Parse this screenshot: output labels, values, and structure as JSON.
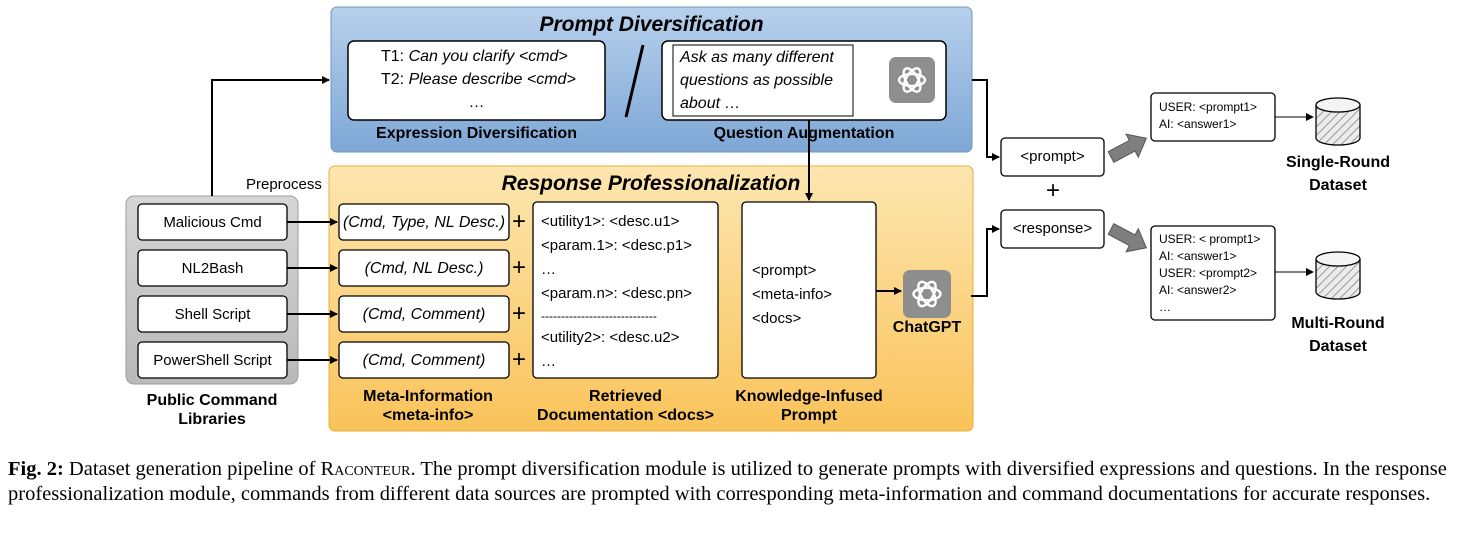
{
  "prompt_div": {
    "title": "Prompt Diversification",
    "expr_lines": [
      "T1:",
      "Can you clarify <cmd>",
      "T2:",
      "Please describe <cmd>",
      "…"
    ],
    "expr_label": "Expression Diversification",
    "qa_lines": [
      "Ask as many different",
      "questions as possible",
      "about …"
    ],
    "qa_label": "Question Augmentation"
  },
  "resp_prof": {
    "title": "Response Professionalization",
    "meta": [
      "(Cmd, Type, NL Desc.)",
      "(Cmd, NL Desc.)",
      "(Cmd, Comment)",
      "(Cmd, Comment)"
    ],
    "plus": "+",
    "meta_label": [
      "Meta-Information",
      "<meta-info>"
    ],
    "docs": [
      "<utility1>: <desc.u1>",
      "<param.1>: <desc.p1>",
      "…",
      "<param.n>: <desc.pn>",
      "-----------------------------",
      "<utility2>: <desc.u2>",
      "…"
    ],
    "docs_label": [
      "Retrieved",
      "Documentation <docs>"
    ],
    "kip": [
      "<prompt>",
      "<meta-info>",
      "<docs>"
    ],
    "kip_label": [
      "Knowledge-Infused",
      "Prompt"
    ],
    "chatgpt_label": "ChatGPT"
  },
  "libraries": {
    "preprocess": "Preprocess",
    "items": [
      "Malicious Cmd",
      "NL2Bash",
      "Shell Script",
      "PowerShell Script"
    ],
    "label": [
      "Public Command",
      "Libraries"
    ]
  },
  "outputs": {
    "prompt_box": "<prompt>",
    "plus": "+",
    "response_box": "<response>",
    "single": {
      "lines": [
        "USER: <prompt1>",
        "AI: <answer1>"
      ],
      "label": [
        "Single-Round",
        "Dataset"
      ]
    },
    "multi": {
      "lines": [
        "USER: < prompt1>",
        "AI: <answer1>",
        "USER: <prompt2>",
        "AI: <answer2>",
        "…"
      ],
      "label": [
        "Multi-Round",
        "Dataset"
      ]
    }
  },
  "caption": {
    "fig": "Fig. 2:",
    "text1": "Dataset generation pipeline of",
    "name": "Raconteur",
    "text2": ". The prompt diversification module is utilized to generate prompts with diversified expressions and questions. In the response professionalization module, commands from different data sources are prompted with corresponding meta-information and command documentations for accurate responses."
  },
  "colors": {
    "prompt_panel": "#9dbfe2",
    "response_panel": "#fbd27a",
    "library_panel": "#c8c8c8",
    "chatgpt_icon": "#8e8e8e"
  }
}
